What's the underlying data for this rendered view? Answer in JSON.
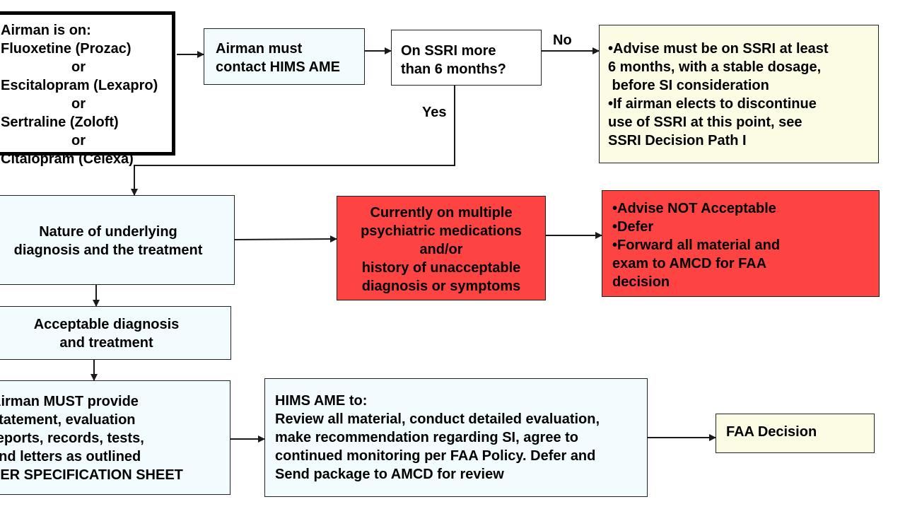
{
  "colors": {
    "light_blue": "#f2fbfd",
    "light_yellow": "#fcfce4",
    "red": "#fe4443",
    "white": "#ffffff",
    "line": "#1a1a1a"
  },
  "nodes": {
    "start": {
      "lines": [
        "Airman is on:",
        "Fluoxetine (Prozac)",
        "or",
        "Escitalopram (Lexapro)",
        "or",
        "Sertraline (Zoloft)",
        "or",
        "Citalopram (Celexa)"
      ]
    },
    "contact": {
      "lines": [
        "Airman must",
        "contact HIMS AME"
      ]
    },
    "ssri_question": {
      "lines": [
        "On SSRI more",
        "than 6 months?"
      ]
    },
    "advise_ssri": {
      "lines": [
        "•Advise must be on SSRI at least",
        "6 months, with a stable dosage,",
        " before SI consideration",
        "•If airman elects to discontinue",
        "use of SSRI at this point, see",
        "SSRI Decision Path I"
      ]
    },
    "nature": {
      "lines": [
        "Nature of underlying",
        "diagnosis and the treatment"
      ]
    },
    "multiple": {
      "lines": [
        "Currently on multiple",
        "psychiatric medications",
        "and/or",
        "history of unacceptable",
        "diagnosis or symptoms"
      ]
    },
    "not_acceptable": {
      "lines": [
        "•Advise NOT Acceptable",
        "•Defer",
        "•Forward all material and",
        "exam to AMCD for FAA",
        "decision"
      ]
    },
    "acceptable": {
      "lines": [
        "Acceptable diagnosis",
        "and treatment"
      ]
    },
    "provide": {
      "lines": [
        "Airman MUST provide",
        "statement, evaluation",
        "reports, records, tests,",
        "and letters as outlined",
        "PER SPECIFICATION SHEET"
      ]
    },
    "hims_review": {
      "lines": [
        "HIMS AME to:",
        "Review all material, conduct detailed evaluation,",
        "make recommendation regarding SI, agree to",
        "continued monitoring per FAA Policy. Defer and",
        "Send package to AMCD for review"
      ]
    },
    "faa_decision": {
      "lines": [
        "FAA Decision"
      ]
    }
  },
  "edges": {
    "no_label": "No",
    "yes_label": "Yes"
  }
}
